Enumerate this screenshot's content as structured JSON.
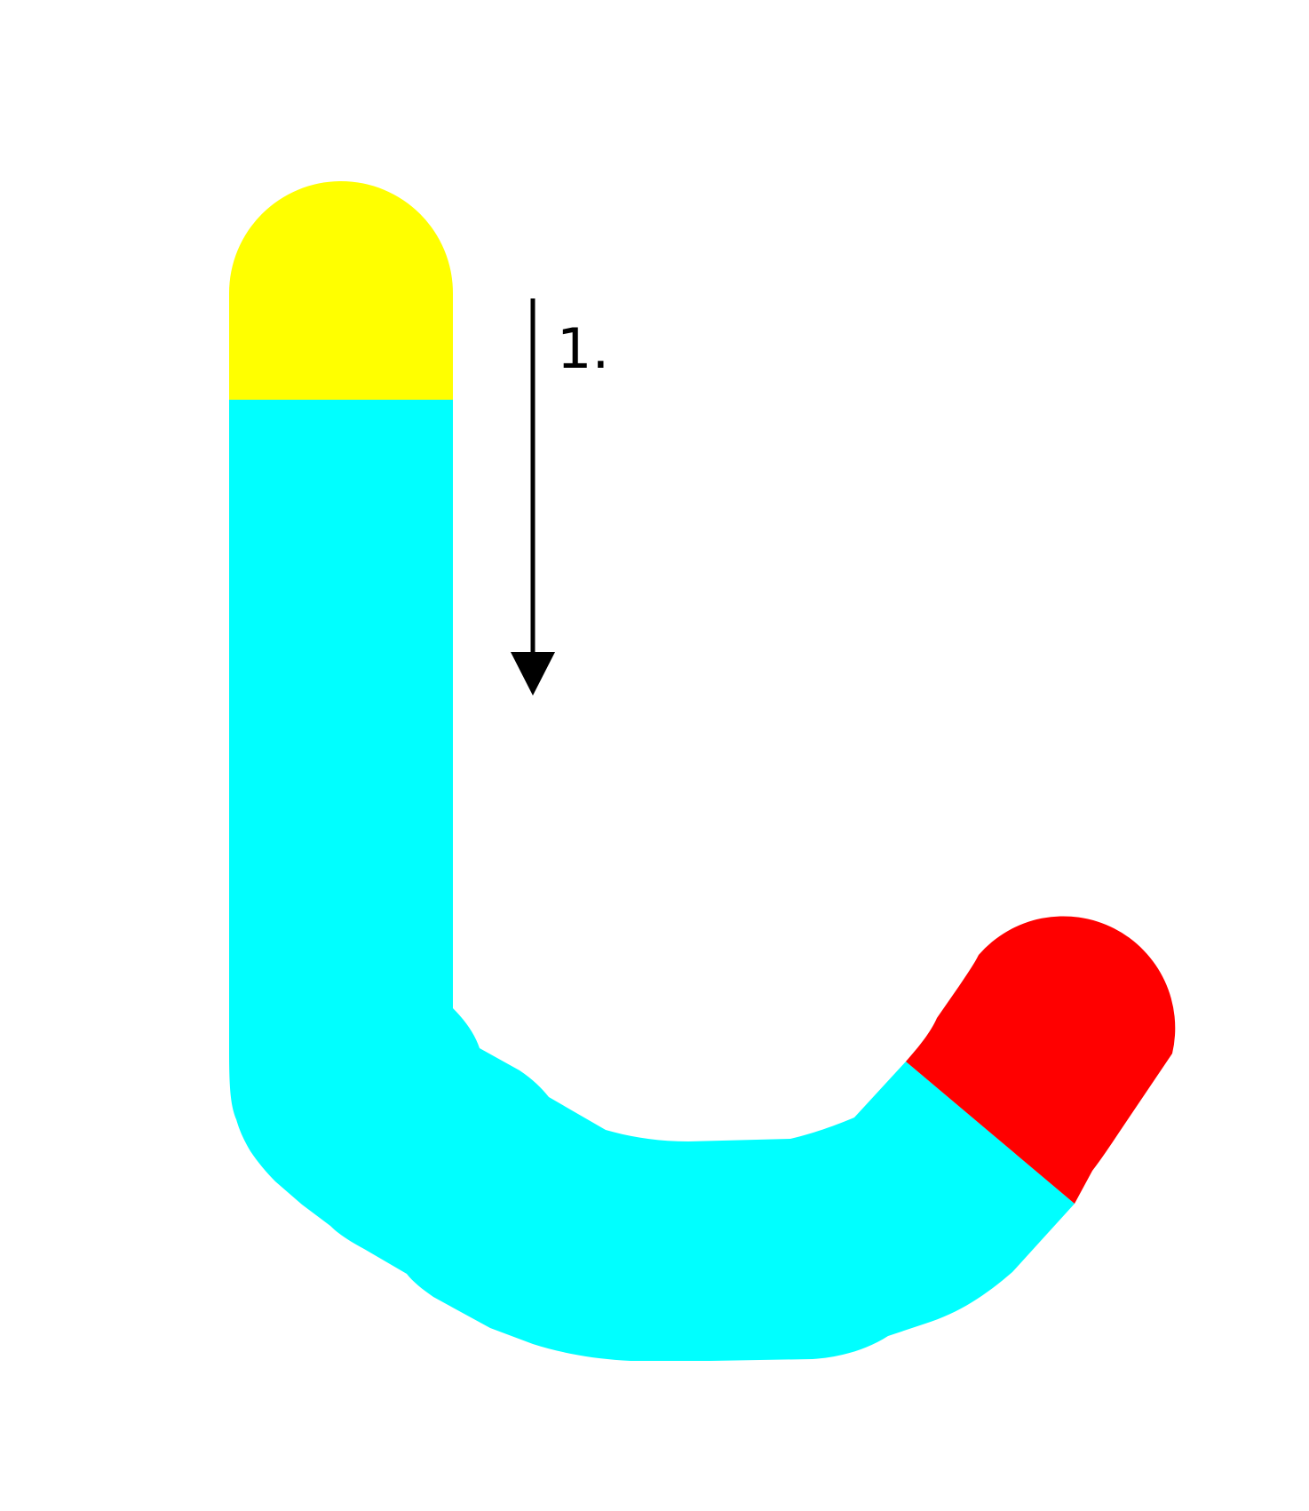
{
  "diagram": {
    "stroke": {
      "segments": [
        {
          "name": "start-cap",
          "color": "#ffff00"
        },
        {
          "name": "main-body",
          "color": "#00ffff"
        },
        {
          "name": "end-cap",
          "color": "#ff0000"
        }
      ]
    },
    "arrow": {
      "direction": "down",
      "color": "#000000",
      "label": "1."
    }
  }
}
